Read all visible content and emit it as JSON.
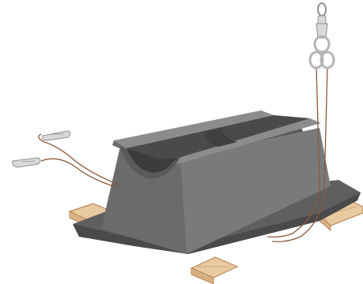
{
  "scene": {
    "subject": "v-fender-on-pallet",
    "objects": [
      {
        "name": "rubber-fender",
        "color": "#6b6b6b"
      },
      {
        "name": "wooden-bearer-left",
        "color": "#e8c9a0"
      },
      {
        "name": "wooden-bearer-front",
        "color": "#e8c9a0"
      },
      {
        "name": "wooden-bearer-right",
        "color": "#e8c9a0"
      },
      {
        "name": "lifting-sling-left",
        "color": "#8a5a3c"
      },
      {
        "name": "lifting-sling-right",
        "color": "#8a5a3c"
      },
      {
        "name": "swivel-hook-shackle",
        "color": "#d9d9d9"
      },
      {
        "name": "snap-hook-upper",
        "color": "#d9d9d9"
      },
      {
        "name": "snap-hook-lower",
        "color": "#d9d9d9"
      }
    ],
    "colors": {
      "background": "#ffffff",
      "rubber_dark": "#4a4a4a",
      "rubber_mid": "#6b6b6b",
      "rubber_light": "#8c8c8c",
      "wood": "#e8c9a0",
      "wood_edge": "#b8895a",
      "rope": "#8a5a3c",
      "metal": "#d9d9d9",
      "metal_edge": "#8f8f8f"
    }
  }
}
